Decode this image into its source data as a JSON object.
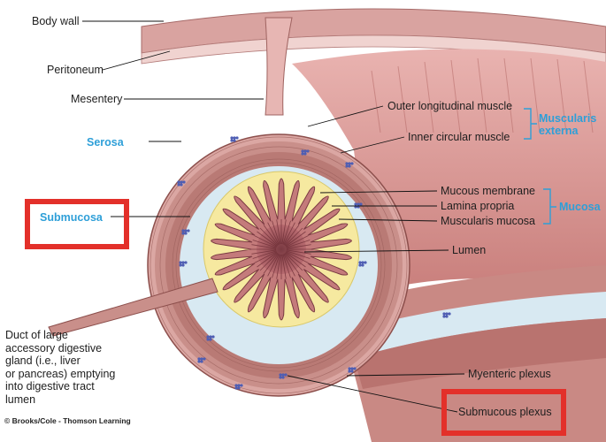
{
  "labels": {
    "body_wall": "Body wall",
    "peritoneum": "Peritoneum",
    "mesentery": "Mesentery",
    "serosa": "Serosa",
    "submucosa": "Submucosa",
    "outer_longitudinal": "Outer longitudinal muscle",
    "inner_circular": "Inner circular muscle",
    "muscularis_externa": "Muscularis\nexterna",
    "mucous_membrane": "Mucous membrane",
    "lamina_propria": "Lamina propria",
    "muscularis_mucosa": "Muscularis mucosa",
    "mucosa": "Mucosa",
    "lumen": "Lumen",
    "myenteric_plexus": "Myenteric plexus",
    "submucous_plexus": "Submucous plexus",
    "duct": "Duct of large\naccessory digestive\ngland (i.e., liver\nor pancreas) emptying\ninto digestive tract\nlumen",
    "copyright": "© Brooks/Cole - Thomson Learning"
  },
  "colors": {
    "highlight": "#e3302a",
    "group_label": "#2e9fd8",
    "muscle": "#c98f8a",
    "submucosa_fill": "#d8e9f2",
    "lamina_fill": "#f6e9a0"
  }
}
